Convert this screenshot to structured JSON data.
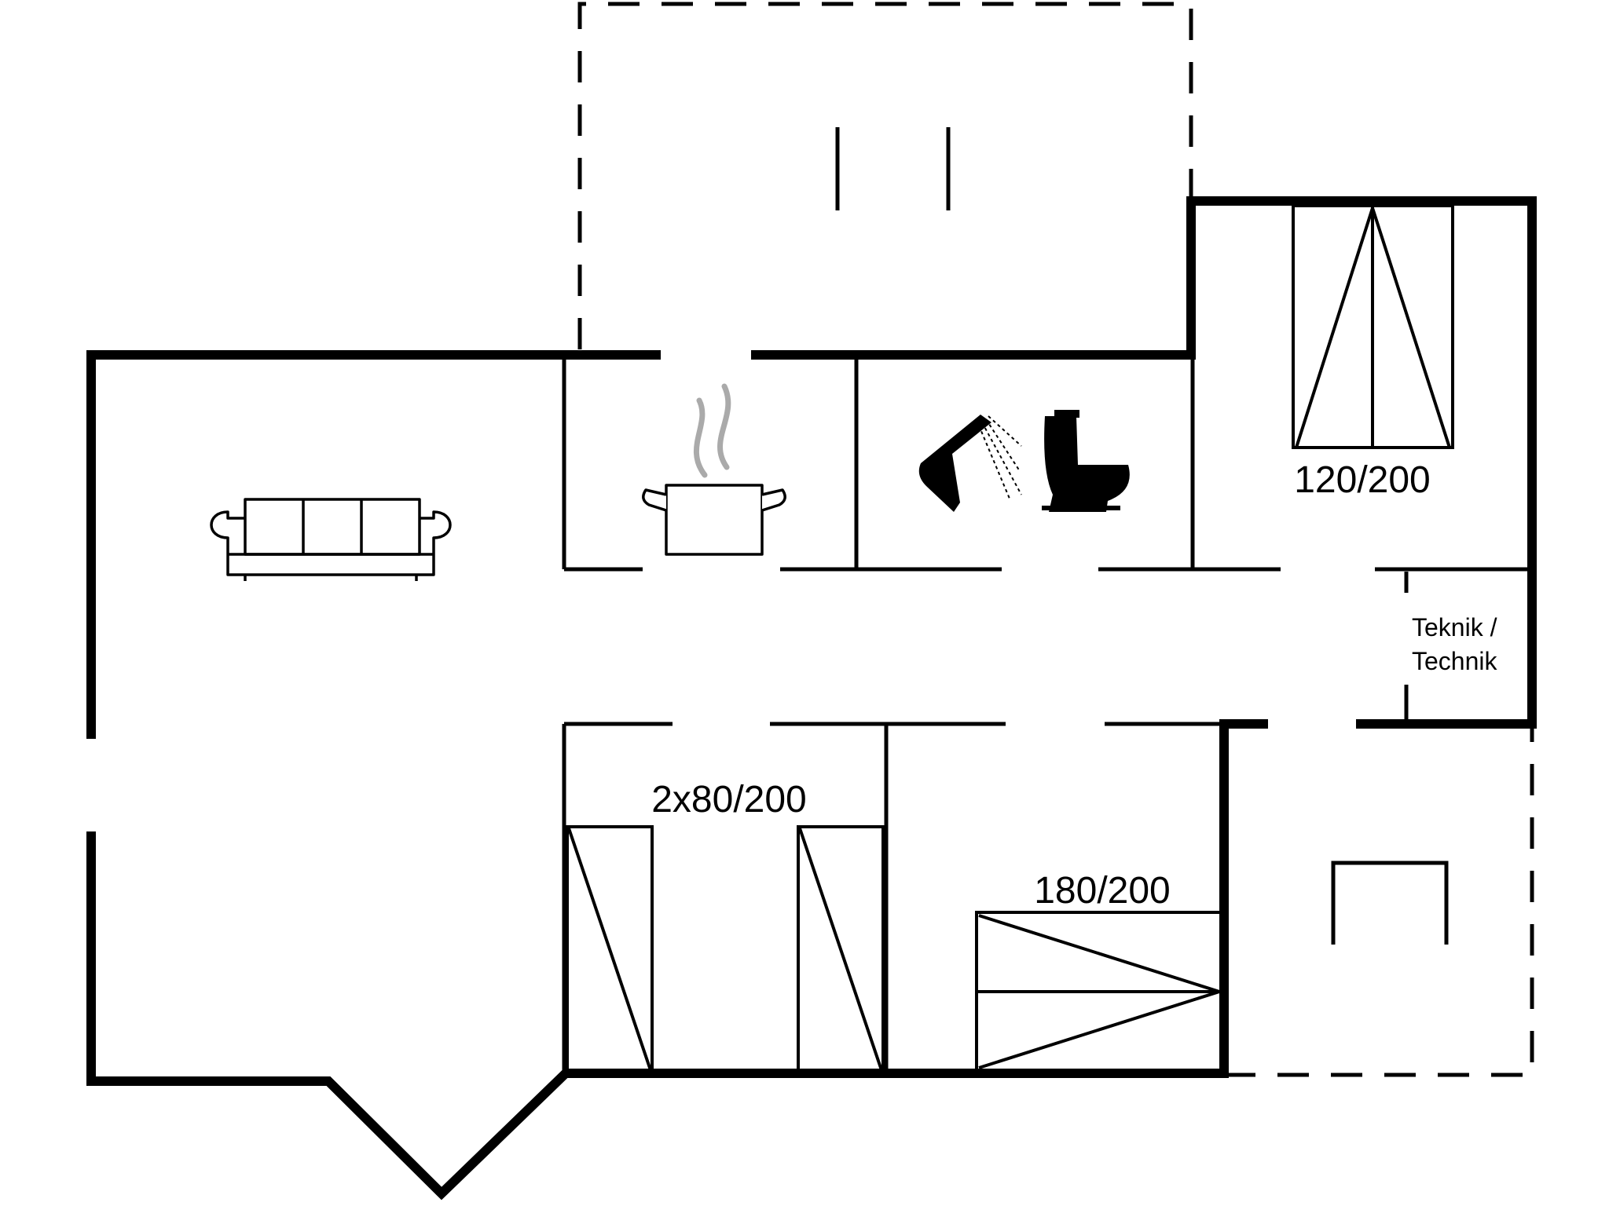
{
  "labels": {
    "bed_master": "120/200",
    "bed_twin": "2x80/200",
    "bed_double": "180/200",
    "technical_room_line1": "Teknik /",
    "technical_room_line2": "Technik"
  },
  "icons": [
    "sofa-icon",
    "cooking-pot-icon",
    "shower-icon",
    "toilet-icon"
  ],
  "colors": {
    "line": "#000000",
    "steam": "#aaaaaa",
    "background": "#ffffff"
  }
}
